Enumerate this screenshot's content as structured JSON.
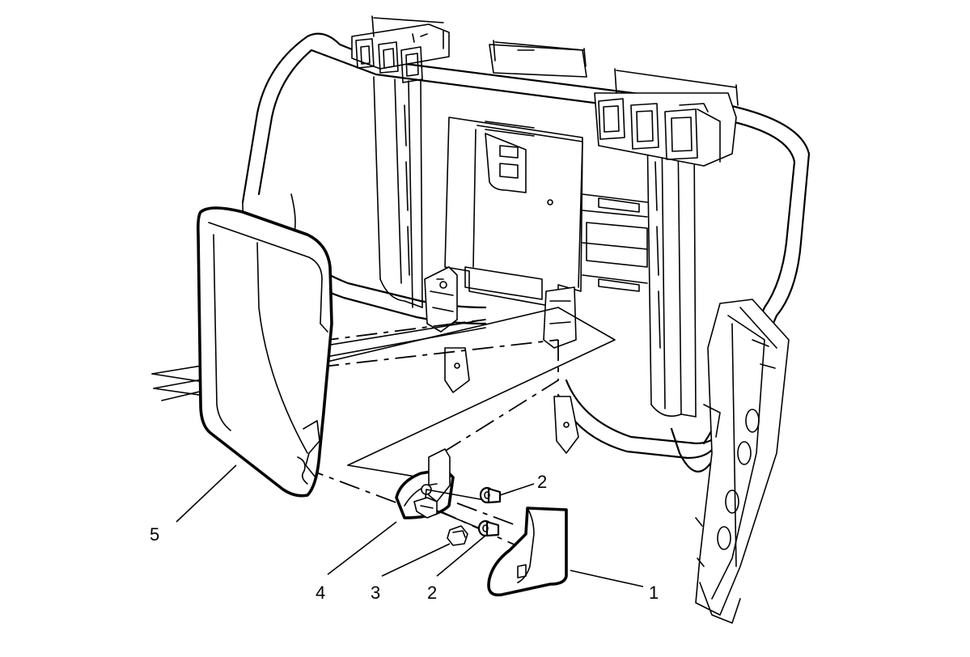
{
  "callouts": [
    {
      "id": "c1",
      "label": "1"
    },
    {
      "id": "c2a",
      "label": "2"
    },
    {
      "id": "c2b",
      "label": "2"
    },
    {
      "id": "c3",
      "label": "3"
    },
    {
      "id": "c4",
      "label": "4"
    },
    {
      "id": "c5",
      "label": "5"
    }
  ]
}
